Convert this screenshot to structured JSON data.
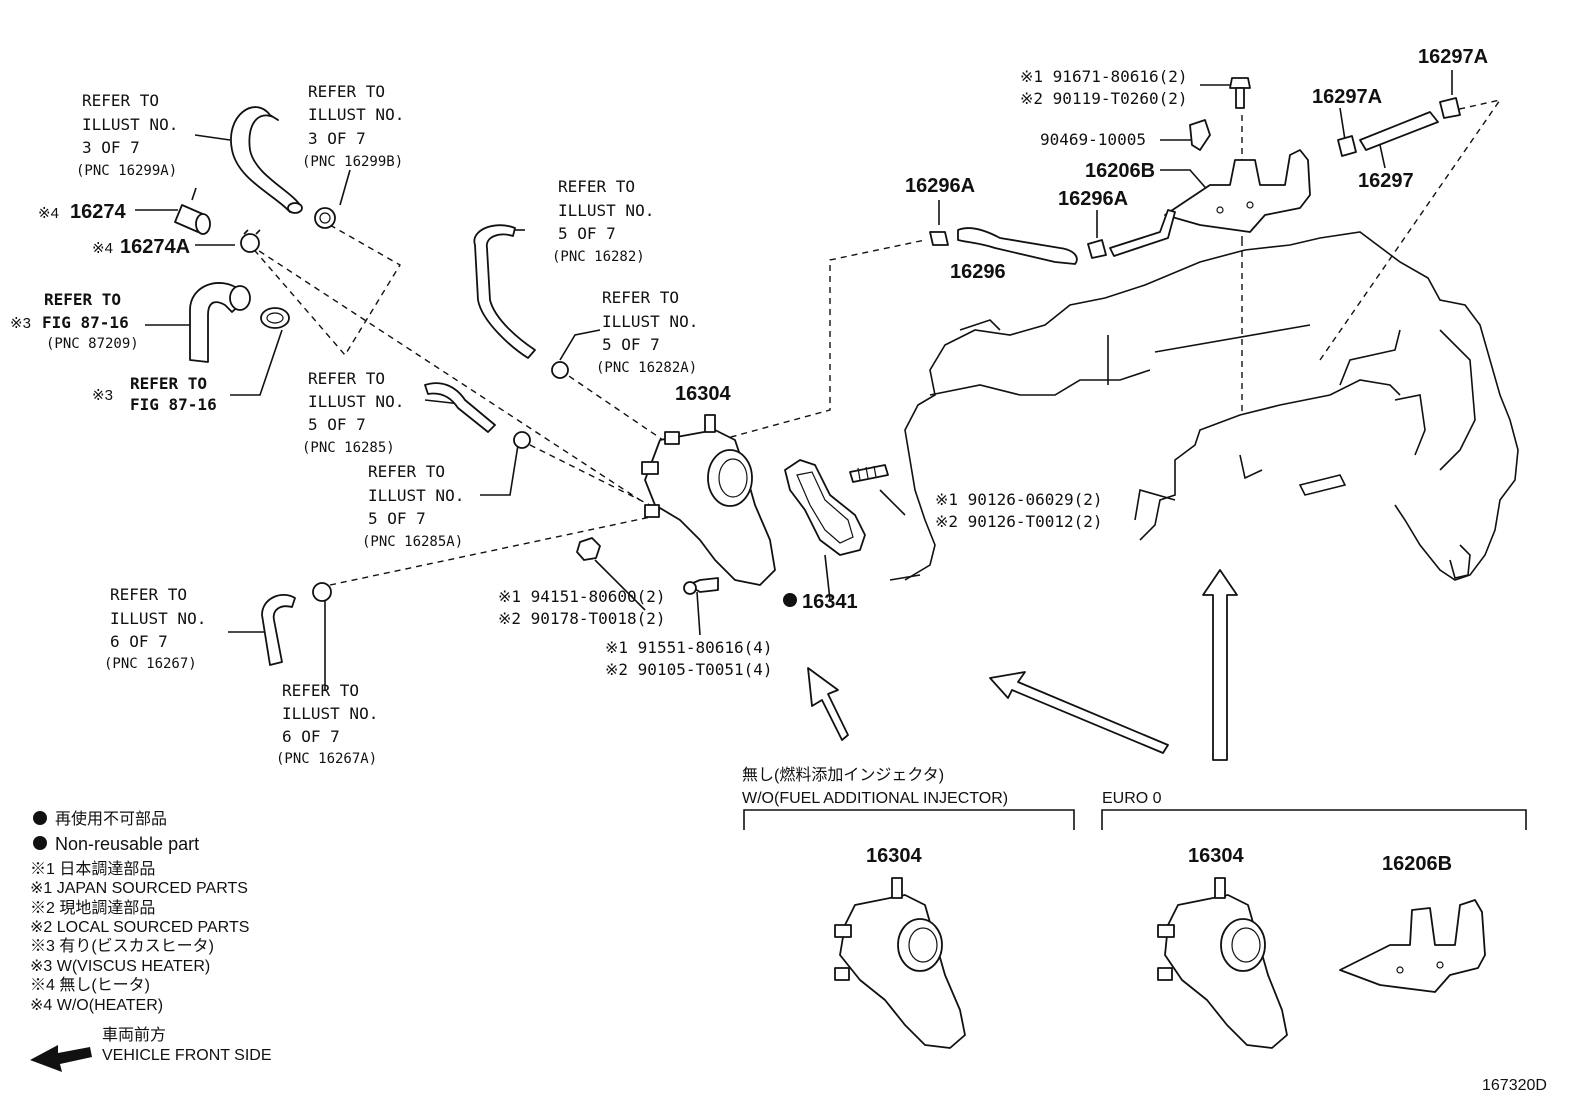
{
  "diagram_code": "167320D",
  "refer_labels": [
    {
      "l1": "REFER TO",
      "l2": "ILLUST NO.",
      "l3": "3 OF 7",
      "l4": "(PNC 16299A)"
    },
    {
      "l1": "REFER TO",
      "l2": "ILLUST NO.",
      "l3": "3 OF 7",
      "l4": "(PNC 16299B)"
    },
    {
      "l1": "REFER TO",
      "l2": "ILLUST NO.",
      "l3": "5 OF 7",
      "l4": "(PNC 16282)"
    },
    {
      "l1": "REFER TO",
      "l2": "ILLUST NO.",
      "l3": "5 OF 7",
      "l4": "(PNC 16282A)"
    },
    {
      "l1": "REFER TO",
      "l2": "ILLUST NO.",
      "l3": "5 OF 7",
      "l4": "(PNC 16285)"
    },
    {
      "l1": "REFER TO",
      "l2": "ILLUST NO.",
      "l3": "5 OF 7",
      "l4": "(PNC 16285A)"
    },
    {
      "l1": "REFER TO",
      "l2": "ILLUST NO.",
      "l3": "6 OF 7",
      "l4": "(PNC 16267)"
    },
    {
      "l1": "REFER TO",
      "l2": "ILLUST NO.",
      "l3": "6 OF 7",
      "l4": "(PNC 16267A)"
    }
  ],
  "fig_refs": [
    {
      "l1": "REFER TO",
      "l2": "FIG 87-16",
      "l3": "(PNC 87209)",
      "mark": "※3"
    },
    {
      "l1": "REFER TO",
      "l2": "FIG 87-16",
      "mark": "※3"
    }
  ],
  "parts": {
    "p16274": {
      "mark": "※4",
      "num": "16274"
    },
    "p16274A": {
      "mark": "※4",
      "num": "16274A"
    },
    "p16304": "16304",
    "p16341": "16341",
    "p16296A_1": "16296A",
    "p16296A_2": "16296A",
    "p16296": "16296",
    "p16206B": "16206B",
    "p16297A_1": "16297A",
    "p16297A_2": "16297A",
    "p16297": "16297",
    "p90469": "90469-10005",
    "w16304": "16304",
    "e16304": "16304",
    "e16206B": "16206B"
  },
  "bolt_notes": {
    "top_1": "※1 91671-80616(2)",
    "top_2": "※2 90119-T0260(2)",
    "stud_1": "※1 90126-06029(2)",
    "stud_2": "※2 90126-T0012(2)",
    "nut_1": "※1 94151-80600(2)",
    "nut_2": "※2 90178-T0018(2)",
    "bolt_1": "※1 91551-80616(4)",
    "bolt_2": "※2 90105-T0051(4)"
  },
  "variants": {
    "wo_jp": "無し(燃料添加インジェクタ)",
    "wo_en": "W/O(FUEL ADDITIONAL INJECTOR)",
    "euro": "EURO 0"
  },
  "legend": {
    "l1": "再使用不可部品",
    "l2": "Non-reusable part",
    "l3": "※1  日本調達部品",
    "l4": "※1  JAPAN SOURCED PARTS",
    "l5": "※2  現地調達部品",
    "l6": "※2  LOCAL SOURCED PARTS",
    "l7": "※3  有り(ビスカスヒータ)",
    "l8": "※3  W(VISCUS HEATER)",
    "l9": "※4 無し(ヒータ)",
    "l10": "※4 W/O(HEATER)",
    "front_jp": "車両前方",
    "front_en": "VEHICLE FRONT SIDE"
  }
}
